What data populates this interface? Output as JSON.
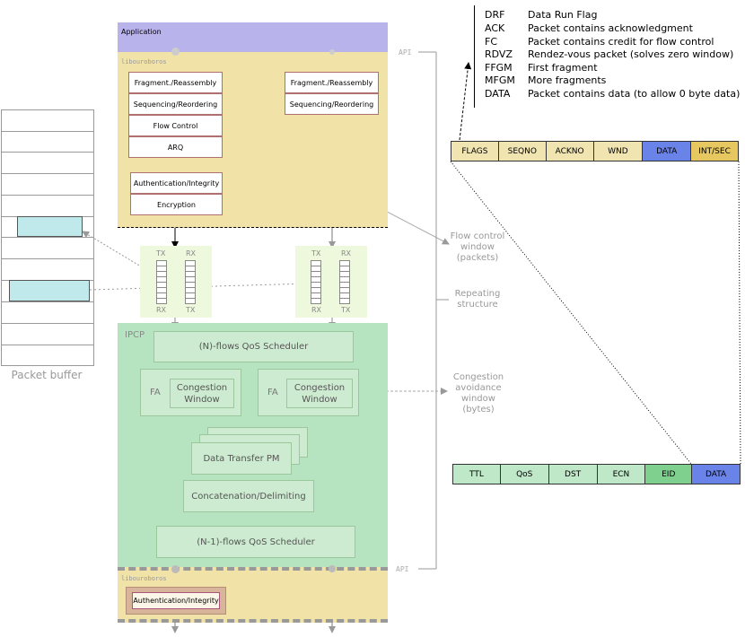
{
  "stack": {
    "application_label": "Application",
    "lib_label": "libouroboros",
    "api_label": "API",
    "left_blocks": [
      "Fragment./Reassembly",
      "Sequencing/Reordering",
      "Flow Control",
      "ARQ"
    ],
    "security_blocks": [
      "Authentication/Integrity",
      "Encryption"
    ],
    "right_blocks": [
      "Fragment./Reassembly",
      "Sequencing/Reordering"
    ],
    "tx": "TX",
    "rx": "RX",
    "ipcp_label": "IPCP",
    "n_flows_scheduler": "(N)-flows QoS Scheduler",
    "fa_label": "FA",
    "congestion_window": "Congestion\nWindow",
    "data_transfer_pm": "Data Transfer PM",
    "concatenation": "Concatenation/Delimiting",
    "n1_flows_scheduler": "(N-1)-flows QoS Scheduler",
    "bottom_lib_label": "libouroboros",
    "bottom_auth": "Authentication/Integrity",
    "bottom_api_label": "API"
  },
  "packet_buffer_label": "Packet buffer",
  "annotations": {
    "flow_control_window": "Flow control\nwindow\n(packets)",
    "repeating_structure": "Repeating\nstructure",
    "congestion_avoidance": "Congestion\navoidance\nwindow\n(bytes)"
  },
  "legend": [
    {
      "abbr": "DRF",
      "desc": "Data Run Flag"
    },
    {
      "abbr": "ACK",
      "desc": "Packet contains acknowledgment"
    },
    {
      "abbr": "FC",
      "desc": "Packet contains credit for flow control"
    },
    {
      "abbr": "RDVZ",
      "desc": "Rendez-vous packet (solves zero window)"
    },
    {
      "abbr": "FFGM",
      "desc": "First fragment"
    },
    {
      "abbr": "MFGM",
      "desc": "More fragments"
    },
    {
      "abbr": "DATA",
      "desc": "Packet contains data (to allow 0 byte data)"
    }
  ],
  "header_top": [
    "FLAGS",
    "SEQNO",
    "ACKNO",
    "WND",
    "DATA",
    "INT/SEC"
  ],
  "header_bottom": [
    "TTL",
    "QoS",
    "DST",
    "ECN",
    "EID",
    "DATA"
  ],
  "colors": {
    "application": "#b9b3ec",
    "lib_bg": "#f1e2a8",
    "ipcp_bg": "#b6e4c1",
    "txrx_bg": "#eef8dc",
    "data_blue": "#6a83e8",
    "intsec": "#e7c860",
    "eid_green": "#7fd08f",
    "header_green": "#bfe8c8",
    "header_tan": "#f0e4b0",
    "buffer_cyan": "#bfe9ea"
  }
}
